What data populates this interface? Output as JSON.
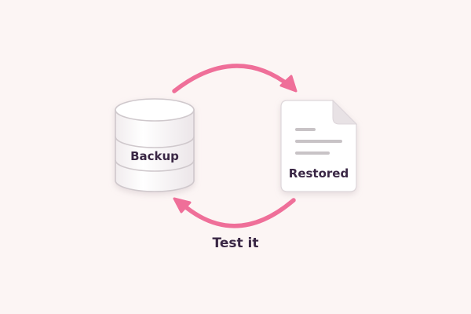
{
  "diagram": {
    "backup_label": "Backup",
    "restored_label": "Restored",
    "caption": "Test it",
    "icons": {
      "backup": "database-icon",
      "restored": "document-icon"
    },
    "colors": {
      "background": "#FCF5F4",
      "arrow": "#EF6F99",
      "text": "#3A2745",
      "shape_fill": "#FFFFFF",
      "shape_stroke": "#CFC8CC",
      "doc_lines": "#C8C3C6"
    }
  }
}
